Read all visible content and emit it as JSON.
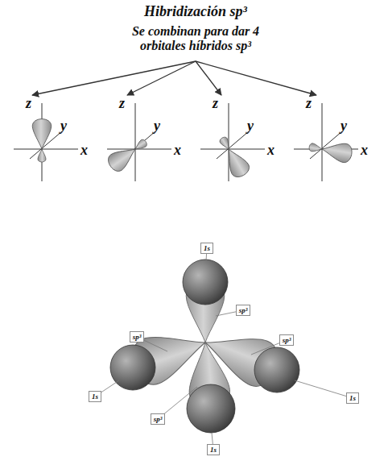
{
  "diagram": {
    "title": "Hibridización sp³",
    "nodes": [
      {
        "text": [
          "1s"
        ]
      },
      {
        "text": [
          "sp³"
        ]
      },
      {
        "text": [
          "sp³"
        ]
      },
      {
        "text": [
          "sp³"
        ]
      },
      {
        "text": [
          "1s"
        ]
      },
      {
        "text": [
          "1s"
        ]
      },
      {
        "text": [
          "sp³"
        ]
      },
      {
        "text": [
          "1s"
        ]
      }
    ],
    "labels": [
      "Se combinan para dar 4 orbitales híbridos sp³",
      "z",
      "y",
      "x",
      "z",
      "y",
      "x",
      "z",
      "y",
      "x",
      "z",
      "y",
      "x"
    ]
  }
}
